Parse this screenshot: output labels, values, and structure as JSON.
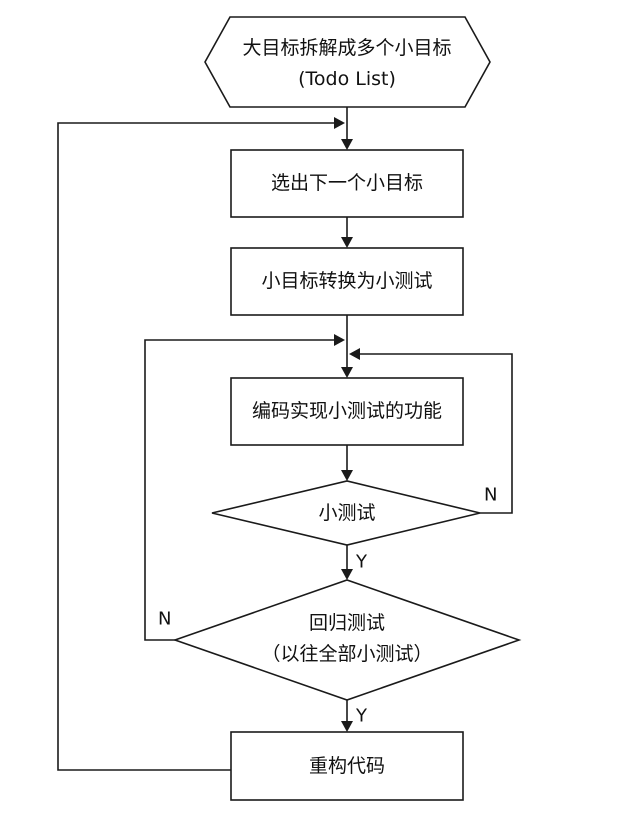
{
  "nodes": {
    "start": {
      "line1": "大目标拆解成多个小目标",
      "line2": "(Todo List)"
    },
    "pick_next": {
      "label": "选出下一个小目标"
    },
    "convert_test": {
      "label": "小目标转换为小测试"
    },
    "implement": {
      "label": "编码实现小测试的功能"
    },
    "small_test": {
      "label": "小测试"
    },
    "regression": {
      "line1": "回归测试",
      "line2": "（以往全部小测试）"
    },
    "refactor": {
      "label": "重构代码"
    }
  },
  "edges": {
    "small_test_fail": "N",
    "small_test_pass": "Y",
    "regression_fail": "N",
    "regression_pass": "Y"
  }
}
